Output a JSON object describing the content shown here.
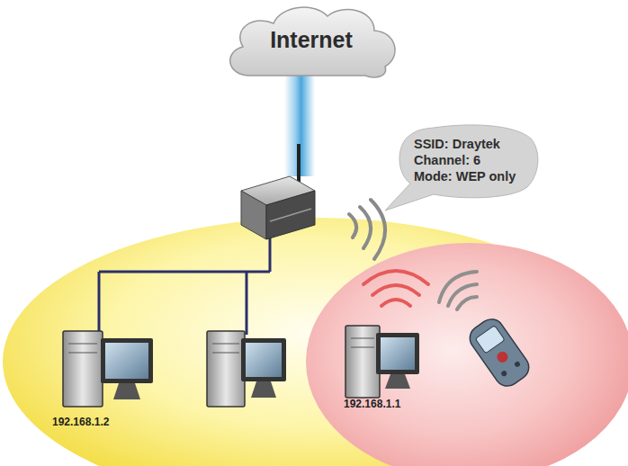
{
  "diagram": {
    "nodes": [
      {
        "text": [
          "Internet"
        ]
      },
      {
        "text": [
          "SSID: Draytek",
          "Channel: 6",
          "Mode: WEP only"
        ]
      }
    ],
    "labels": [
      "192.168.1.2",
      "192.168.1.1"
    ]
  }
}
